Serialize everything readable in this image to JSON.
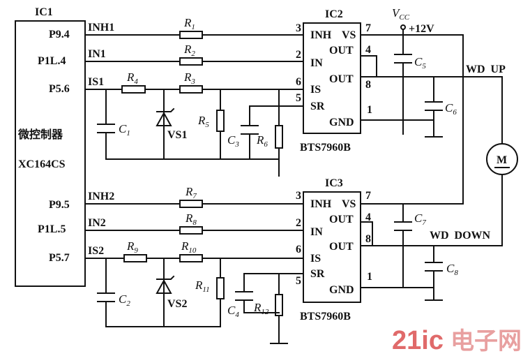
{
  "ic1": {
    "name": "IC1",
    "desc": "微控制器",
    "part": "XC164CS",
    "pins": [
      "P9.4",
      "P1L.4",
      "P5.6",
      "P9.5",
      "P1L.5",
      "P5.7"
    ]
  },
  "ic2": {
    "name": "IC2",
    "part": "BTS7960B",
    "pins": [
      "INH",
      "VS",
      "OUT",
      "IN",
      "OUT",
      "IS",
      "SR",
      "GND"
    ],
    "pin_numbers": [
      "3",
      "7",
      "4",
      "2",
      "8",
      "6",
      "5",
      "1"
    ]
  },
  "ic3": {
    "name": "IC3",
    "part": "BTS7960B",
    "pins": [
      "INH",
      "VS",
      "OUT",
      "IN",
      "OUT",
      "IS",
      "SR",
      "GND"
    ],
    "pin_numbers": [
      "3",
      "7",
      "4",
      "2",
      "8",
      "6",
      "5",
      "1"
    ]
  },
  "nets": {
    "inh1": "INH1",
    "in1": "IN1",
    "is1": "IS1",
    "inh2": "INH2",
    "in2": "IN2",
    "is2": "IS2",
    "wd_up": "WD  UP",
    "wd_down": "WD  DOWN"
  },
  "supply": {
    "vcc": "V",
    "vcc_sub": "CC",
    "voltage": "+12V"
  },
  "components": {
    "R1": [
      "R",
      "1"
    ],
    "R2": [
      "R",
      "2"
    ],
    "R3": [
      "R",
      "3"
    ],
    "R4": [
      "R",
      "4"
    ],
    "R5": [
      "R",
      "5"
    ],
    "R6": [
      "R",
      "6"
    ],
    "R7": [
      "R",
      "7"
    ],
    "R8": [
      "R",
      "8"
    ],
    "R9": [
      "R",
      "9"
    ],
    "R10": [
      "R",
      "10"
    ],
    "R11": [
      "R",
      "11"
    ],
    "R12": [
      "R",
      "12"
    ],
    "C1": [
      "C",
      "1"
    ],
    "C2": [
      "C",
      "2"
    ],
    "C3": [
      "C",
      "3"
    ],
    "C4": [
      "C",
      "4"
    ],
    "C5": [
      "C",
      "5"
    ],
    "C6": [
      "C",
      "6"
    ],
    "C7": [
      "C",
      "7"
    ],
    "C8": [
      "C",
      "8"
    ],
    "VS1": "VS1",
    "VS2": "VS2",
    "motor": "M"
  },
  "watermark": {
    "part1": "21ic",
    "part2": "电子网",
    "colors": [
      "#e06a6a",
      "#e8a0a0"
    ]
  }
}
